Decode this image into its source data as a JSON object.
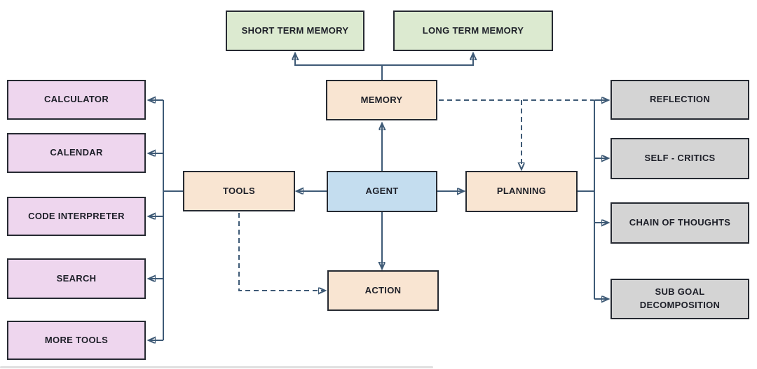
{
  "diagram": {
    "colors": {
      "connector": "#3e5a76",
      "border": "#262a32",
      "text": "#1d1f28",
      "background": "#ffffff",
      "fill_green": "#dcead0",
      "fill_peach": "#f9e5d2",
      "fill_blue": "#c4ddef",
      "fill_purple": "#eed6ee",
      "fill_gray": "#d4d4d4"
    },
    "nodes": {
      "agent": {
        "label": "AGENT",
        "fill": "#c4ddef"
      },
      "memory": {
        "label": "MEMORY",
        "fill": "#f9e5d2"
      },
      "tools": {
        "label": "TOOLS",
        "fill": "#f9e5d2"
      },
      "planning": {
        "label": "PLANNING",
        "fill": "#f9e5d2"
      },
      "action": {
        "label": "ACTION",
        "fill": "#f9e5d2"
      },
      "short_term_memory": {
        "label": "SHORT TERM MEMORY",
        "fill": "#dcead0"
      },
      "long_term_memory": {
        "label": "LONG TERM MEMORY",
        "fill": "#dcead0"
      },
      "calculator": {
        "label": "CALCULATOR",
        "fill": "#eed6ee"
      },
      "calendar": {
        "label": "CALENDAR",
        "fill": "#eed6ee"
      },
      "code_interpreter": {
        "label": "CODE INTERPRETER",
        "fill": "#eed6ee"
      },
      "search": {
        "label": "SEARCH",
        "fill": "#eed6ee"
      },
      "more_tools": {
        "label": "MORE TOOLS",
        "fill": "#eed6ee"
      },
      "reflection": {
        "label": "REFLECTION",
        "fill": "#d4d4d4"
      },
      "self_critics": {
        "label": "SELF - CRITICS",
        "fill": "#d4d4d4"
      },
      "chain_of_thoughts": {
        "label": "CHAIN OF THOUGHTS",
        "fill": "#d4d4d4"
      },
      "sub_goal_decomposition": {
        "label": "SUB GOAL DECOMPOSITION",
        "fill": "#d4d4d4"
      }
    },
    "edges": [
      {
        "from": "agent",
        "to": "memory",
        "style": "solid"
      },
      {
        "from": "agent",
        "to": "tools",
        "style": "solid"
      },
      {
        "from": "agent",
        "to": "planning",
        "style": "solid"
      },
      {
        "from": "agent",
        "to": "action",
        "style": "solid"
      },
      {
        "from": "memory",
        "to": "short_term_memory",
        "style": "solid"
      },
      {
        "from": "memory",
        "to": "long_term_memory",
        "style": "solid"
      },
      {
        "from": "memory",
        "to": "planning",
        "style": "dashed"
      },
      {
        "from": "memory",
        "to": "reflection",
        "style": "dashed"
      },
      {
        "from": "tools",
        "to": "calculator",
        "style": "solid"
      },
      {
        "from": "tools",
        "to": "calendar",
        "style": "solid"
      },
      {
        "from": "tools",
        "to": "code_interpreter",
        "style": "solid"
      },
      {
        "from": "tools",
        "to": "search",
        "style": "solid"
      },
      {
        "from": "tools",
        "to": "more_tools",
        "style": "solid"
      },
      {
        "from": "tools",
        "to": "action",
        "style": "dashed"
      },
      {
        "from": "planning",
        "to": "reflection",
        "style": "solid"
      },
      {
        "from": "planning",
        "to": "self_critics",
        "style": "solid"
      },
      {
        "from": "planning",
        "to": "chain_of_thoughts",
        "style": "solid"
      },
      {
        "from": "planning",
        "to": "sub_goal_decomposition",
        "style": "solid"
      }
    ]
  }
}
